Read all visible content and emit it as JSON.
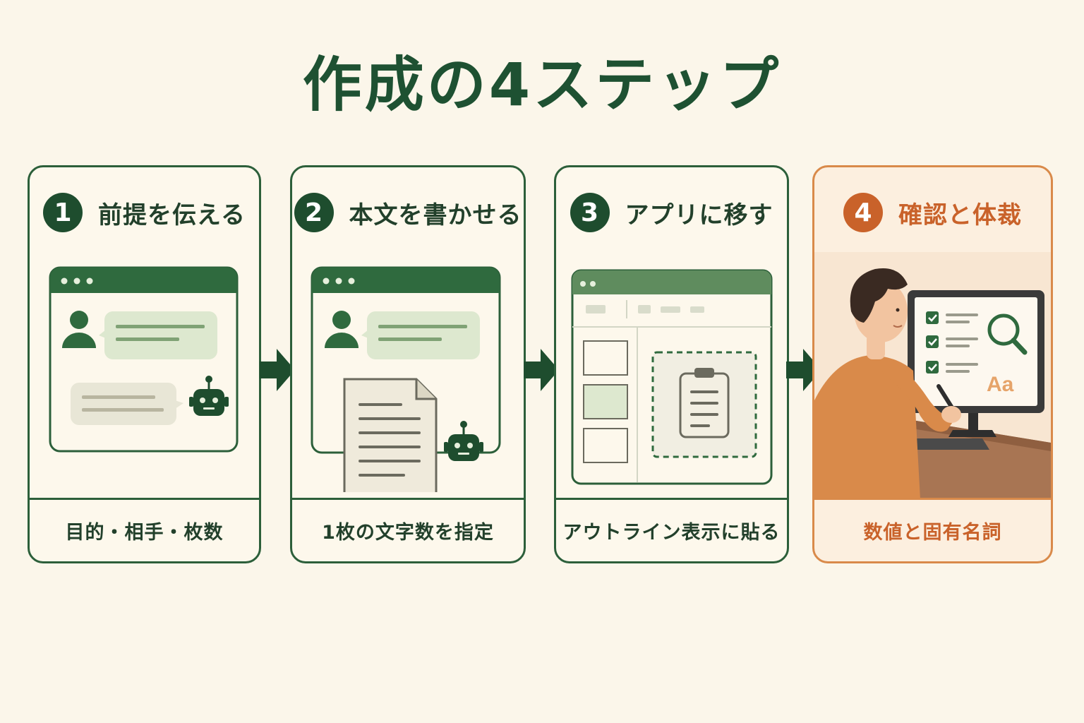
{
  "title": "作成の4ステップ",
  "colors": {
    "green_dark": "#1e4d2e",
    "green_light": "#dde8cf",
    "orange": "#c9622a",
    "orange_border": "#d98a4a",
    "background": "#fbf6ea"
  },
  "steps": [
    {
      "number": "1",
      "label": "前提を伝える",
      "caption": "目的・相手・枚数",
      "icon": "chat-window-user-robot-icon"
    },
    {
      "number": "2",
      "label": "本文を書かせる",
      "caption": "1枚の文字数を指定",
      "icon": "chat-window-document-robot-icon"
    },
    {
      "number": "3",
      "label": "アプリに移す",
      "caption": "アウトライン表示に貼る",
      "icon": "slide-app-clipboard-icon"
    },
    {
      "number": "4",
      "label": "確認と体裁",
      "caption": "数値と固有名詞",
      "icon": "person-checking-monitor-icon",
      "screen_text": "Aa"
    }
  ]
}
